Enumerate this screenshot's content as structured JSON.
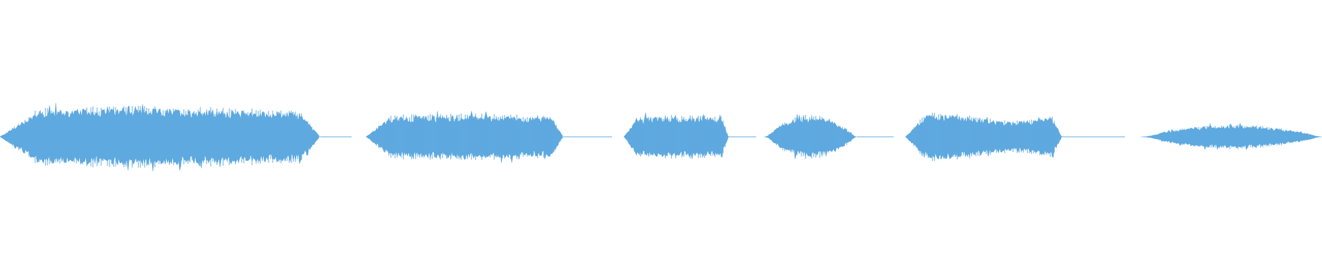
{
  "waveform": {
    "color": "#5ea9df",
    "background": "#ffffff",
    "segments": [
      {
        "start": 0.0,
        "end": 0.242,
        "peak": 0.78,
        "shape": "long"
      },
      {
        "start": 0.277,
        "end": 0.426,
        "peak": 0.5,
        "shape": "rise-flat"
      },
      {
        "start": 0.472,
        "end": 0.551,
        "peak": 0.47,
        "shape": "rise-flat"
      },
      {
        "start": 0.578,
        "end": 0.648,
        "peak": 0.45,
        "shape": "peak-mid"
      },
      {
        "start": 0.685,
        "end": 0.803,
        "peak": 0.52,
        "shape": "double"
      },
      {
        "start": 0.863,
        "end": 1.0,
        "peak": 0.25,
        "shape": "peak-mid"
      }
    ],
    "silences": [
      {
        "start": 0.242,
        "end": 0.266
      },
      {
        "start": 0.426,
        "end": 0.463
      },
      {
        "start": 0.551,
        "end": 0.572
      },
      {
        "start": 0.648,
        "end": 0.676
      },
      {
        "start": 0.803,
        "end": 0.851
      }
    ]
  }
}
